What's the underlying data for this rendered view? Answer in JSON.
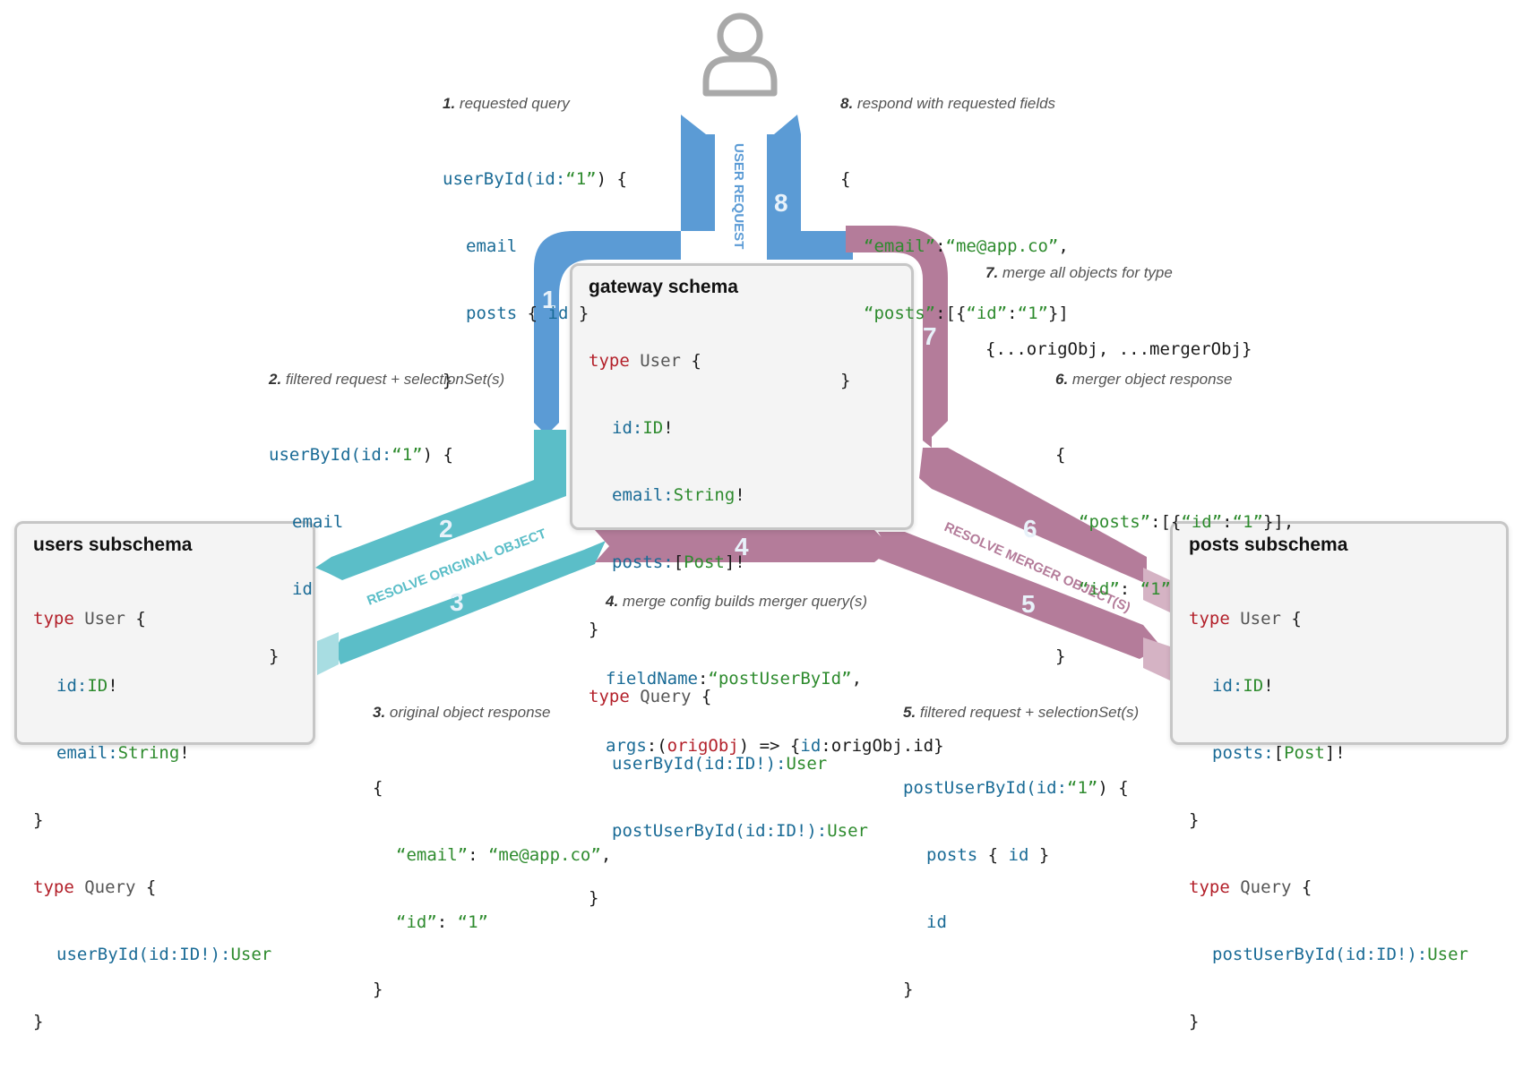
{
  "colors": {
    "user_flow": "#5b9bd5",
    "resolve_original": "#5bbec8",
    "merge": "#b47c9a",
    "merge_light": "#d5b3c4",
    "keyword": "#b3202a",
    "field": "#1a6b96",
    "type": "#2e8b2e"
  },
  "icons": {
    "user": "user-icon"
  },
  "bands": {
    "user_request": "USER REQUEST",
    "resolve_original": "RESOLVE ORIGINAL OBJECT",
    "resolve_merger": "RESOLVE MERGER OBJECT(S)"
  },
  "steps": {
    "s1": "1",
    "s2": "2",
    "s3": "3",
    "s4": "4",
    "s5": "5",
    "s6": "6",
    "s7": "7",
    "s8": "8"
  },
  "gateway": {
    "title": "gateway schema",
    "user_type_kw": "type",
    "user_type_name": "User",
    "user_open": " {",
    "f_id": "id:",
    "f_id_t": "ID",
    "f_id_b": "!",
    "f_email": "email:",
    "f_email_t": "String",
    "f_email_b": "!",
    "f_posts": "posts:",
    "f_posts_o": "[",
    "f_posts_t": "Post",
    "f_posts_b": "]!",
    "close1": "}",
    "query_kw": "type",
    "query_name": "Query",
    "query_open": " {",
    "q1_name": "userById",
    "q1_args": "(id:ID!):",
    "q1_ret": "User",
    "q2_name": "postUserById",
    "q2_args": "(id:ID!):",
    "q2_ret": "User",
    "close2": "}"
  },
  "users": {
    "title": "users subschema",
    "user_type_kw": "type",
    "user_type_name": "User",
    "user_open": " {",
    "f_id": "id:",
    "f_id_t": "ID",
    "f_id_b": "!",
    "f_email": "email:",
    "f_email_t": "String",
    "f_email_b": "!",
    "close1": "}",
    "query_kw": "type",
    "query_name": "Query",
    "query_open": " {",
    "q1_name": "userById",
    "q1_args": "(id:ID!):",
    "q1_ret": "User",
    "close2": "}"
  },
  "posts": {
    "title": "posts subschema",
    "user_type_kw": "type",
    "user_type_name": "User",
    "user_open": " {",
    "f_id": "id:",
    "f_id_t": "ID",
    "f_id_b": "!",
    "f_posts": "posts:",
    "f_posts_o": "[",
    "f_posts_t": "Post",
    "f_posts_b": "]!",
    "close1": "}",
    "query_kw": "type",
    "query_name": "Query",
    "query_open": " {",
    "q1_name": "postUserById",
    "q1_args": "(id:ID!):",
    "q1_ret": "User",
    "close2": "}"
  },
  "annotations": {
    "a1": {
      "num": "1.",
      "text": "requested query",
      "l1a": "userById(id:",
      "l1b": "“1”",
      "l1c": ") {",
      "l2": "email",
      "l3a": "posts",
      "l3b": " { ",
      "l3c": "id",
      "l3d": " }",
      "l4": "}"
    },
    "a2": {
      "num": "2.",
      "text": "filtered request + selectionSet(s)",
      "l1a": "userById(id:",
      "l1b": "“1”",
      "l1c": ") {",
      "l2": "email",
      "l3": "id",
      "l4": "}"
    },
    "a3": {
      "num": "3.",
      "text": "original object response",
      "l1": "{",
      "l2a": "“email”",
      "l2b": ": ",
      "l2c": "“me@app.co”",
      "l2d": ",",
      "l3a": "“id”",
      "l3b": ": ",
      "l3c": "“1”",
      "l4": "}"
    },
    "a4": {
      "num": "4.",
      "text": "merge config builds merger query(s)",
      "l1a": "fieldName",
      "l1b": ":",
      "l1c": "“postUserById”",
      "l1d": ",",
      "l2a": "args",
      "l2b": ":(",
      "l2c": "origObj",
      "l2d": ") => {",
      "l2e": "id",
      "l2f": ":origObj.id}"
    },
    "a5": {
      "num": "5.",
      "text": "filtered request + selectionSet(s)",
      "l1a": "postUserById(id:",
      "l1b": "“1”",
      "l1c": ") {",
      "l2a": "posts",
      "l2b": " { ",
      "l2c": "id",
      "l2d": " }",
      "l3": "id",
      "l4": "}"
    },
    "a6": {
      "num": "6.",
      "text": "merger object response",
      "l1": "{",
      "l2a": "“posts”",
      "l2b": ":[{",
      "l2c": "“id”",
      "l2d": ":",
      "l2e": "“1”",
      "l2f": "}],",
      "l3a": "“id”",
      "l3b": ": ",
      "l3c": "“1”",
      "l4": "}"
    },
    "a7": {
      "num": "7.",
      "text": "merge all objects for type",
      "l1": "{...origObj, ...mergerObj}"
    },
    "a8": {
      "num": "8.",
      "text": "respond with requested fields",
      "l1": "{",
      "l2a": "“email”",
      "l2b": ":",
      "l2c": "“me@app.co”",
      "l2d": ",",
      "l3a": "“posts”",
      "l3b": ":[{",
      "l3c": "“id”",
      "l3d": ":",
      "l3e": "“1”",
      "l3f": "}]",
      "l4": "}"
    }
  }
}
